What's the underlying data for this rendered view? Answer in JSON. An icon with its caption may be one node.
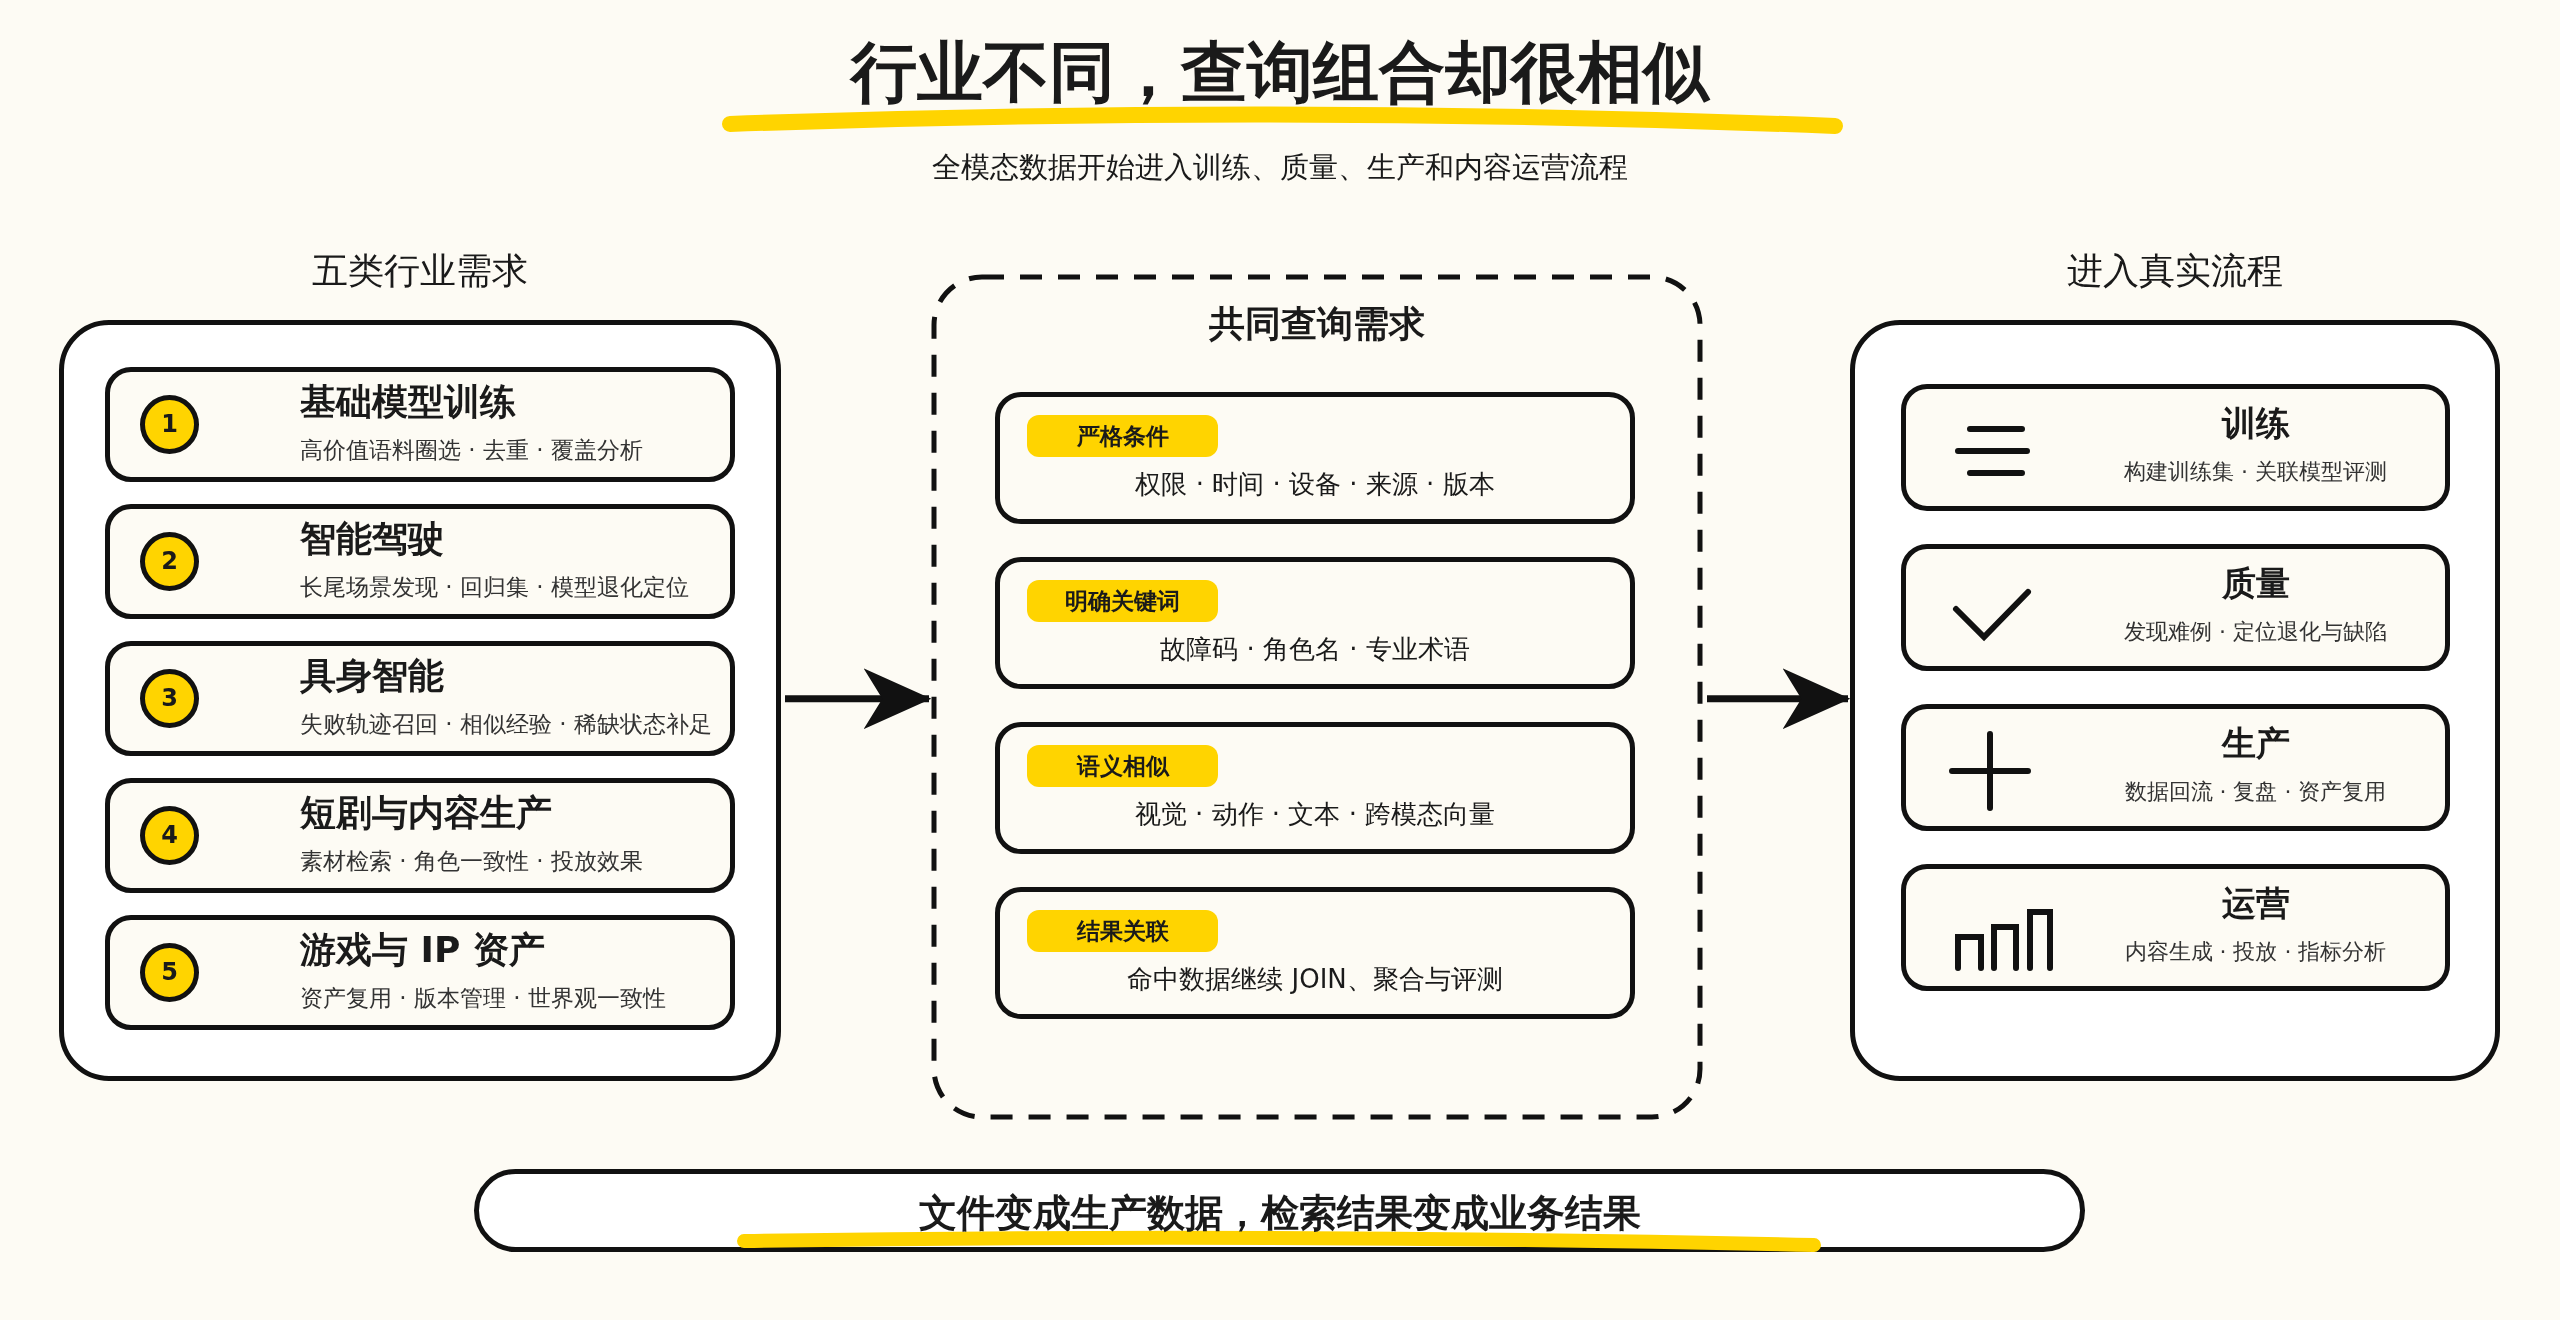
{
  "diagram": {
    "title": "行业不同，查询组合却很相似",
    "nodes": [
      {
        "text": [
          "五类行业需求"
        ]
      },
      {
        "text": [
          "1",
          "基础模型训练",
          "高价值语料圈选 · 去重 · 覆盖分析"
        ],
        "in": 0
      },
      {
        "text": [
          "2",
          "智能驾驶",
          "长尾场景发现 · 回归集 · 模型退化定位"
        ],
        "in": 0
      },
      {
        "text": [
          "3",
          "具身智能",
          "失败轨迹召回 · 相似经验 · 稀缺状态补足"
        ],
        "in": 0
      },
      {
        "text": [
          "4",
          "短剧与内容生产",
          "素材检索 · 角色一致性 · 投放效果"
        ],
        "in": 0
      },
      {
        "text": [
          "5",
          "游戏与 IP 资产",
          "资产复用 · 版本管理 · 世界观一致性"
        ],
        "in": 0
      },
      {
        "text": [
          "共同查询需求"
        ]
      },
      {
        "text": [
          "严格条件",
          "权限 · 时间 · 设备 · 来源 · 版本"
        ],
        "in": 6
      },
      {
        "text": [
          "明确关键词",
          "故障码 · 角色名 · 专业术语"
        ],
        "in": 6
      },
      {
        "text": [
          "语义相似",
          "视觉 · 动作 · 文本 · 跨模态向量"
        ],
        "in": 6
      },
      {
        "text": [
          "结果关联",
          "命中数据继续 JOIN、聚合与评测"
        ],
        "in": 6
      },
      {
        "text": [
          "进入真实流程"
        ]
      },
      {
        "text": [
          "训练",
          "构建训练集 · 关联模型评测"
        ],
        "in": 11
      },
      {
        "text": [
          "质量",
          "发现难例 · 定位退化与缺陷"
        ],
        "in": 11
      },
      {
        "text": [
          "生产",
          "数据回流 · 复盘 · 资产复用"
        ],
        "in": 11
      },
      {
        "text": [
          "运营",
          "内容生成 · 投放 · 指标分析"
        ],
        "in": 11
      },
      {
        "text": [
          "文件变成生产数据，检索结果变成业务结果"
        ]
      }
    ],
    "edges": [
      {
        "from": 0,
        "to": 6,
        "arrow": "to"
      },
      {
        "from": 6,
        "to": 11,
        "arrow": "to"
      }
    ],
    "labels": [
      "全模态数据开始进入训练、质量、生产和内容运营流程"
    ]
  }
}
